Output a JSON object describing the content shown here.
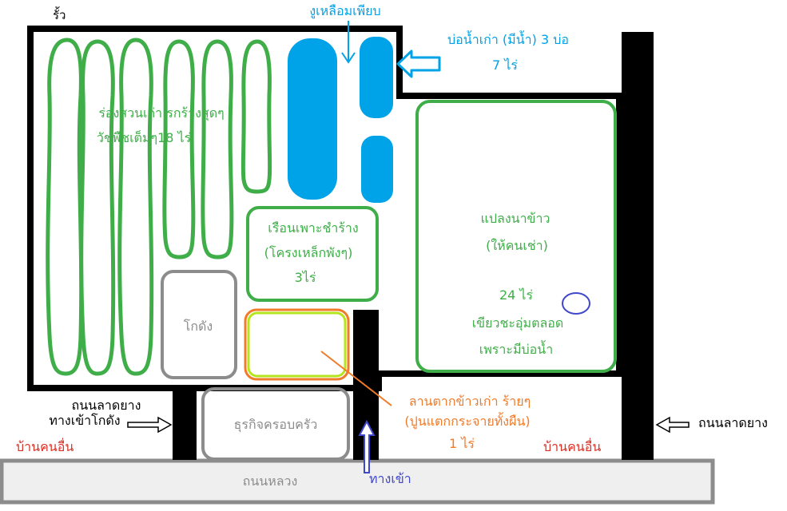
{
  "colors": {
    "green": "#3fae49",
    "blue": "#00a2e8",
    "gray": "#8c8c8c",
    "orange": "#f07b29",
    "lime": "#b5e61d",
    "red": "#d93025",
    "navy": "#3f48cc",
    "black": "#000000",
    "road_fill": "#efefef"
  },
  "labels": {
    "fence": "รั้ว",
    "snake": "งูเหลือมเพียบ",
    "ponds_line1": "บ่อน้ำเก่า (มีน้ำ) 3 บ่อ",
    "ponds_line2": "7 ไร่",
    "garden_line1": "ร่องสวนเก่า รกร้างสุดๆ",
    "garden_line2": "วัชพืชเต็มๆ18 ไร่",
    "nursery_line1": "เรือนเพาะชำร้าง",
    "nursery_line2": "(โครงเหล็กพังๆ)",
    "nursery_line3": "3ไร่",
    "warehouse": "โกดัง",
    "rice_line1": "แปลงนาข้าว",
    "rice_line2": "(ให้คนเช่า)",
    "rice_line3": "24 ไร่",
    "rice_line4": "เขียวชะอุ่มตลอด",
    "rice_line5": "เพราะมีบ่อน้ำ",
    "yard_line1": "ลานตากข้าวเก่า ร้ายๆ",
    "yard_line2": "(ปูนแตกกระจายทั้งผืน)",
    "yard_line3": "1 ไร่",
    "family_business": "ธุรกิจครอบครัว",
    "road_left_line1": "ถนนลาดยาง",
    "road_left_line2": "ทางเข้าโกดัง",
    "road_right": "ถนนลาดยาง",
    "neighbor_left": "บ้านคนอื่น",
    "neighbor_right": "บ้านคนอื่น",
    "main_road": "ถนนหลวง",
    "entrance": "ทางเข้า"
  }
}
